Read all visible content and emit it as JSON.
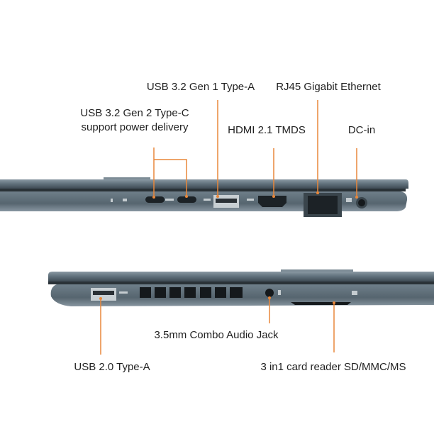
{
  "labels": {
    "usb_c": {
      "line1": "USB 3.2 Gen 2 Type-C",
      "line2": "support power delivery"
    },
    "usb_a_gen1": "USB 3.2 Gen 1 Type-A",
    "rj45": "RJ45 Gigabit Ethernet",
    "hdmi": "HDMI 2.1 TMDS",
    "dc_in": "DC-in",
    "audio": "3.5mm Combo Audio Jack",
    "usb_a_20": "USB 2.0 Type-A",
    "card_reader": "3 in1 card reader SD/MMC/MS"
  },
  "colors": {
    "callout": "#e8873a",
    "chassis": "#5d6d78",
    "text": "#222222"
  }
}
